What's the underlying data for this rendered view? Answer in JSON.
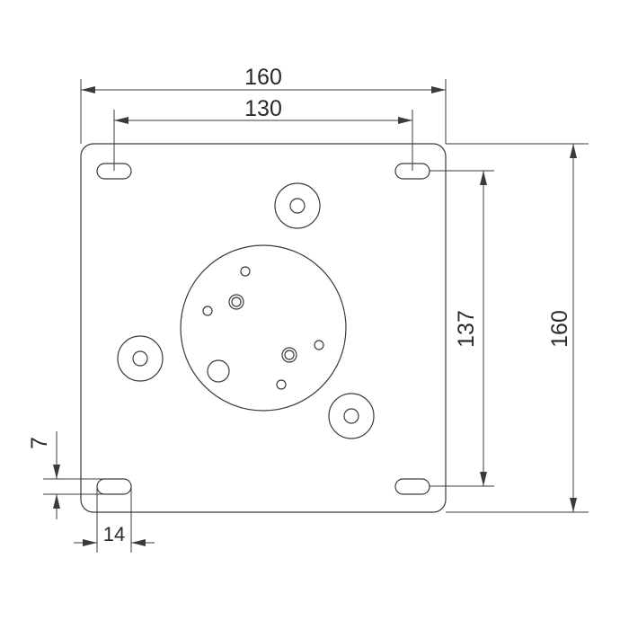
{
  "drawing": {
    "dimensions": {
      "overall_width": "160",
      "slot_spacing_horizontal": "130",
      "slot_spacing_vertical": "137",
      "overall_height": "160",
      "slot_width": "7",
      "slot_length": "14"
    },
    "colors": {
      "line": "#3a3a3a",
      "background": "#ffffff"
    }
  }
}
